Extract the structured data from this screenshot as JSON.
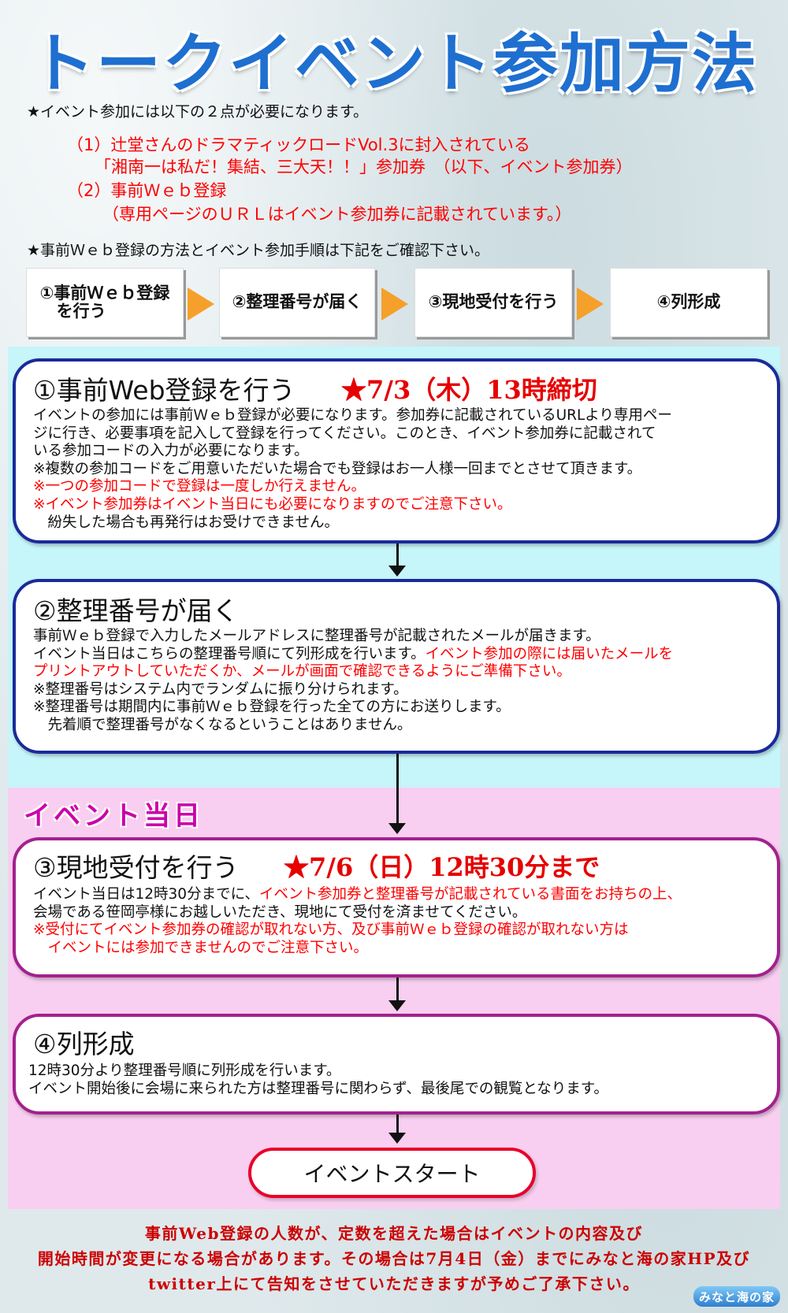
{
  "title": "トークイベント参加方法",
  "intro": "★イベント参加には以下の２点が必要になります。",
  "requirements": {
    "r1_line1": "（1）辻堂さんのドラマティックロードVol.3に封入されている",
    "r1_line2": "「湘南一は私だ！集結、三大天！！」参加券　（以下、イベント参加券）",
    "r2_line1": "（2）事前Ｗｅｂ登録",
    "r2_line2": "（専用ページのＵＲＬはイベント参加券に記載されています。）"
  },
  "intro2": "★事前Ｗｅｂ登録の方法とイベント参加手順は下記をご確認下さい。",
  "flow": {
    "s1_l1": "①事前Ｗｅｂ登録",
    "s1_l2": "　を行う",
    "s2": "②整理番号が届く",
    "s3": "③現地受付を行う",
    "s4": "④列形成"
  },
  "step1": {
    "title": "①事前Web登録を行う",
    "deadline": "★7/3（木）13時締切",
    "lines": [
      "イベントの参加には事前Ｗｅｂ登録が必要になります。参加券に記載されているURLより専用ペー",
      "ジに行き、必要事項を記入して登録を行ってください。このとき、イベント参加券に記載されて",
      "いる参加コードの入力が必要になります。",
      "※複数の参加コードをご用意いただいた場合でも登録はお一人様一回までとさせて頂きます。"
    ],
    "red_lines": [
      "※一つの参加コードで登録は一度しか行えません。",
      "※イベント参加券はイベント当日にも必要になりますのでご注意下さい。"
    ],
    "last": "　紛失した場合も再発行はお受けできません。"
  },
  "step2": {
    "title": "②整理番号が届く",
    "l1": "事前Ｗｅｂ登録で入力したメールアドレスに整理番号が記載されたメールが届きます。",
    "l2_black": "イベント当日はこちらの整理番号順にて列形成を行います。",
    "l2_red": "イベント参加の際には届いたメールを",
    "l3_red": "プリントアウトしていただくか、メールが画面で確認できるようにご準備下さい。",
    "l4": "※整理番号はシステム内でランダムに振り分けられます。",
    "l5": "※整理番号は期間内に事前Ｗｅｂ登録を行った全ての方にお送りします。",
    "l6": "　先着順で整理番号がなくなるということはありません。"
  },
  "day_of": "イベント当日",
  "step3": {
    "title": "③現地受付を行う",
    "deadline": "★7/6（日）12時30分まで",
    "l1_black": "イベント当日は12時30分までに、",
    "l1_red": "イベント参加券と整理番号が記載されている書面をお持ちの上、",
    "l2": "会場である笹岡亭様にお越しいただき、現地にて受付を済ませてください。",
    "l3_red": "※受付にてイベント参加券の確認が取れない方、及び事前Ｗｅｂ登録の確認が取れない方は",
    "l4_red": "　イベントには参加できませんのでご注意下さい。"
  },
  "step4": {
    "title": "④列形成",
    "l1": "12時30分より整理番号順に列形成を行います。",
    "l2": "イベント開始後に会場に来られた方は整理番号に関わらず、最後尾での観覧となります。"
  },
  "start_label": "イベントスタート",
  "footer": {
    "l1": "事前Web登録の人数が、定数を超えた場合はイベントの内容及び",
    "l2": "開始時間が変更になる場合があります。その場合は7月4日（金）までにみなと海の家HP及び",
    "l3": "twitter上にて告知をさせていただきますが予めご了承下さい。"
  },
  "logo": "みなと海の家",
  "colors": {
    "title_blue": "#1e6fd0",
    "accent_orange": "#f5a02a",
    "step_blue_border": "#1a2a9a",
    "step_purple_border": "#a4208e",
    "cyan_panel": "#c6f5fa",
    "pink_panel": "#f8cff0",
    "red_text": "#ff0000"
  }
}
